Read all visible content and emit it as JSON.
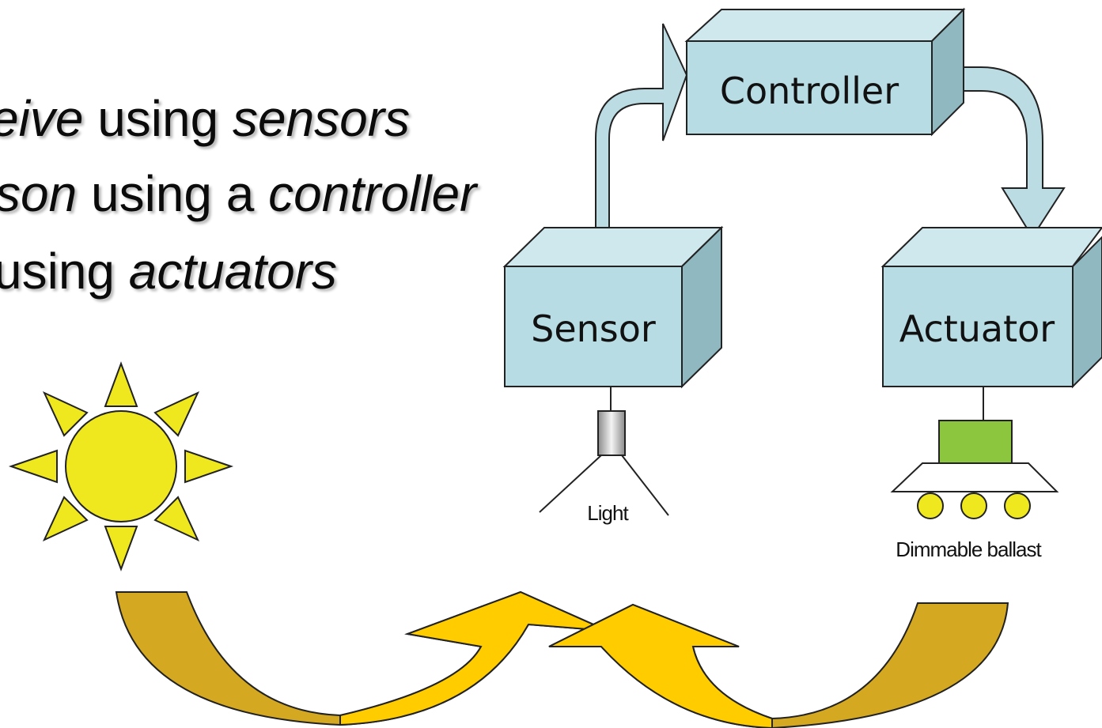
{
  "bullets": [
    {
      "em1": "eive",
      "plain1": " using ",
      "em2": "sensors"
    },
    {
      "em1": "son",
      "plain1": " using a ",
      "em2": "controller"
    },
    {
      "plain0": "using ",
      "em2": "actuators"
    }
  ],
  "boxes": {
    "controller": "Controller",
    "sensor": "Sensor",
    "actuator": "Actuator"
  },
  "devices": {
    "sensor_caption": "Light",
    "actuator_caption": "Dimmable ballast"
  },
  "colors": {
    "box_front": "#b8dce4",
    "box_top": "#cfe8ee",
    "box_side": "#90b8c0",
    "flow_arrow": "#bcdce4",
    "sun": "#f0e81e",
    "light_arrow_dark": "#d4a820",
    "light_arrow_bright": "#ffcc00",
    "ballast_green": "#8cc63f",
    "lamp_bulb": "#f0e81e"
  }
}
